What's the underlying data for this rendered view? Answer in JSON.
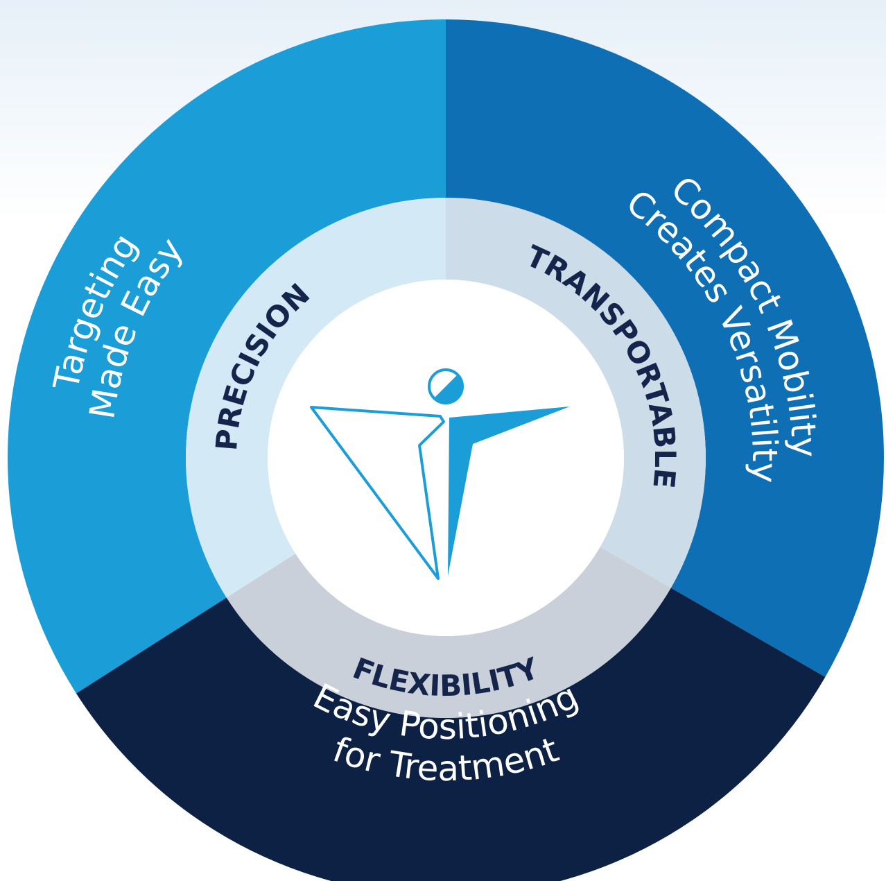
{
  "segments": [
    {
      "key": "left",
      "outer_lines": [
        "Targeting",
        "Made Easy"
      ],
      "inner_label": "PRECISION",
      "outer_color": "#1b9ed8",
      "inner_color": "#d3eaf6"
    },
    {
      "key": "right",
      "outer_lines": [
        "Compact Mobility",
        "Creates Versatility"
      ],
      "inner_label": "TRANSPORTABLE",
      "outer_color": "#0e6fb5",
      "inner_color": "#ccdde9"
    },
    {
      "key": "bottom",
      "outer_lines": [
        "Easy Positioning",
        "for Treatment"
      ],
      "inner_label": "FLEXIBILITY",
      "outer_color": "#0d2145",
      "inner_color": "#c9d0da"
    }
  ],
  "colors": {
    "background": "#ffffff",
    "center": "#ffffff",
    "logo_blue": "#1b9ed8",
    "logo_outline": "#1b9ed8",
    "inner_text": "#14244a",
    "outer_text": "#ffffff"
  },
  "center_icon": "human-figure-logo"
}
